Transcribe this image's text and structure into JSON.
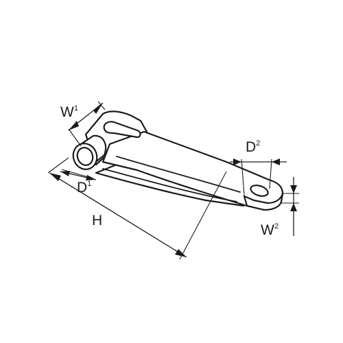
{
  "labels": {
    "w1": {
      "base": "W",
      "sup": "1"
    },
    "d1": {
      "base": "D",
      "sup": "1"
    },
    "h": {
      "base": "H",
      "sup": ""
    },
    "d2": {
      "base": "D",
      "sup": "2"
    },
    "w2": {
      "base": "W",
      "sup": "2"
    }
  },
  "colors": {
    "ink": "#1a1a1a",
    "background": "#ffffff"
  }
}
